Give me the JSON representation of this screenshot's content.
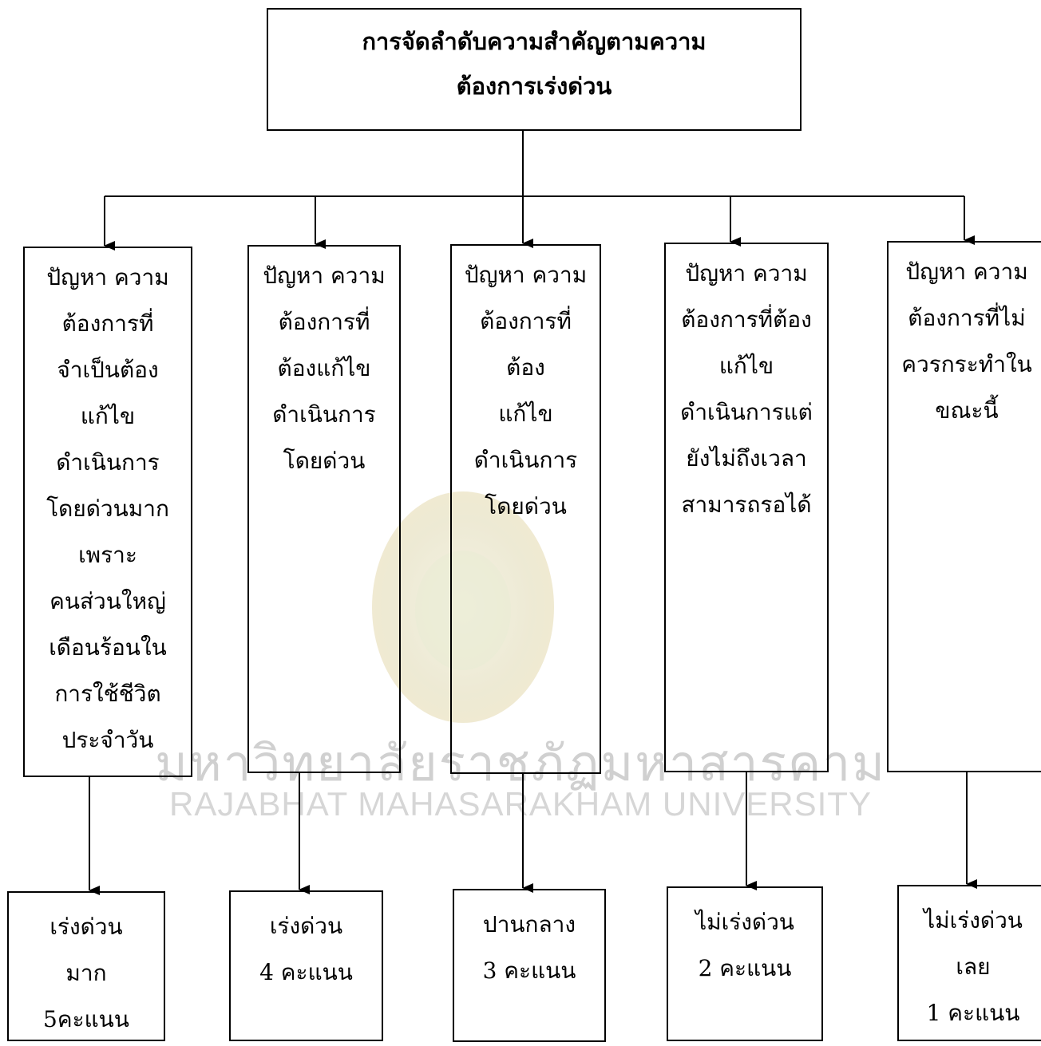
{
  "title": {
    "lines": [
      "การจัดลำดับความสำคัญตามความ",
      "ต้องการเร่งด่วน"
    ]
  },
  "columns": [
    {
      "lines": [
        "ปัญหา ความ",
        "ต้องการที่",
        "จำเป็นต้อง",
        "แก้ไข",
        "ดำเนินการ",
        "โดยด่วนมาก",
        "เพราะ",
        "คนส่วนใหญ่",
        "เดือนร้อนใน",
        "การใช้ชีวิต",
        "ประจำวัน"
      ],
      "score_lines": [
        "เร่งด่วน",
        "มาก",
        "5คะแนน"
      ]
    },
    {
      "lines": [
        "ปัญหา ความ",
        "ต้องการที่",
        "ต้องแก้ไข",
        "ดำเนินการ",
        "โดยด่วน"
      ],
      "score_lines": [
        "เร่งด่วน",
        "4 คะแนน"
      ]
    },
    {
      "lines": [
        "ปัญหา ความ",
        "ต้องการที่",
        "ต้อง",
        "แก้ไข",
        "ดำเนินการ",
        "โดยด่วน"
      ],
      "score_lines": [
        "ปานกลาง",
        "3 คะแนน"
      ]
    },
    {
      "lines": [
        "ปัญหา ความ",
        "ต้องการที่ต้อง",
        "แก้ไข",
        "ดำเนินการแต่",
        "ยังไม่ถึงเวลา",
        "สามารถรอได้"
      ],
      "score_lines": [
        "ไม่เร่งด่วน",
        "2 คะแนน"
      ]
    },
    {
      "lines": [
        "ปัญหา ความ",
        "ต้องการที่ไม่",
        "ควรกระทำใน",
        "ขณะนี้"
      ],
      "score_lines": [
        "ไม่เร่งด่วน",
        "เลย",
        "1 คะแนน"
      ]
    }
  ],
  "watermark": {
    "thai": "มหาวิทยาลัยราชภัฏมหาสารคาม",
    "english": "RAJABHAT MAHASARAKHAM UNIVERSITY"
  }
}
